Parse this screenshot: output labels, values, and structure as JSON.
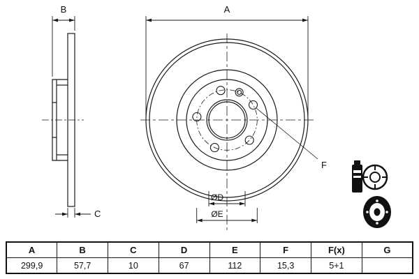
{
  "drawing": {
    "labels": {
      "A": "A",
      "B": "B",
      "C": "C",
      "D": "ØD",
      "E": "ØE",
      "F": "F"
    },
    "icons": {
      "top": "brake-parts-package-icon",
      "middle": "brake-disc-front-icon",
      "bottom": "brake-disc-side-icon"
    },
    "line_color": "#1a1a1a"
  },
  "table": {
    "headers": [
      "A",
      "B",
      "C",
      "D",
      "E",
      "F",
      "F(x)",
      "G"
    ],
    "values": [
      "299,9",
      "57,7",
      "10",
      "67",
      "112",
      "15,3",
      "5+1",
      ""
    ]
  }
}
